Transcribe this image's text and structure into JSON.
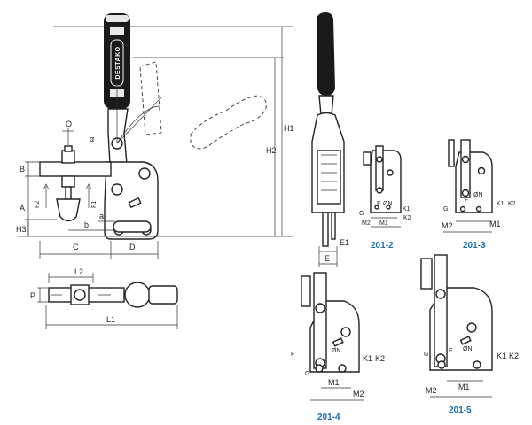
{
  "brand": {
    "logo_text": "DESTAKO"
  },
  "main_view": {
    "dims": {
      "O": "O",
      "alpha": "α",
      "B": "B",
      "A": "A",
      "H3": "H3",
      "b": "b",
      "a": "a",
      "F2": "F2",
      "F1": "F1",
      "C": "C",
      "D": "D",
      "H1": "H1",
      "H2": "H2"
    }
  },
  "side_view": {
    "dims": {
      "E1": "E1",
      "E": "E"
    }
  },
  "top_view": {
    "dims": {
      "L2": "L2",
      "P": "P",
      "L1": "L1"
    }
  },
  "variants": [
    {
      "label": "201-2",
      "dims": {
        "G": "G",
        "F": "F",
        "N": "ØN",
        "M1": "M1",
        "M2": "M2",
        "K1": "K1",
        "K2": "K2"
      }
    },
    {
      "label": "201-3",
      "dims": {
        "G": "G",
        "F": "F",
        "N": "ØN",
        "M1": "M1",
        "M2": "M2",
        "K1": "K1",
        "K2": "K2"
      }
    },
    {
      "label": "201-4",
      "dims": {
        "G": "G",
        "F": "F",
        "N": "ØN",
        "M1": "M1",
        "M2": "M2",
        "K1": "K1",
        "K2": "K2"
      }
    },
    {
      "label": "201-5",
      "dims": {
        "G": "G",
        "F": "F",
        "N": "ØN",
        "M1": "M1",
        "M2": "M2",
        "K1": "K1",
        "K2": "K2"
      }
    }
  ],
  "colors": {
    "line": "#222222",
    "caption": "#1a6fb5",
    "grip": "#1a1a1a"
  }
}
